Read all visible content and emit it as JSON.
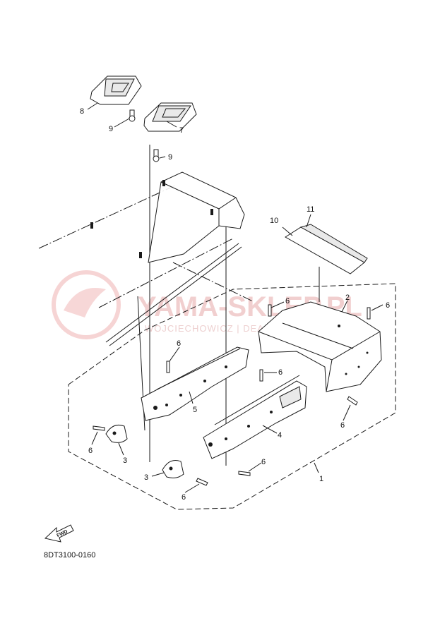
{
  "diagram": {
    "part_code": "8DT3100-0160",
    "fwd_label": "FWD",
    "callouts": {
      "c1": "1",
      "c2": "2",
      "c3a": "3",
      "c3b": "3",
      "c4": "4",
      "c5": "5",
      "c6a": "6",
      "c6b": "6",
      "c6c": "6",
      "c6d": "6",
      "c6e": "6",
      "c6f": "6",
      "c6g": "6",
      "c6h": "6",
      "c7": "7",
      "c8": "8",
      "c9a": "9",
      "c9b": "9",
      "c10": "10",
      "c11": "11"
    },
    "watermark": {
      "title": "YAMA-SKLEP.PL",
      "subtitle": "WOJCIECHOWICZ | DEALER YAMAHA",
      "color": "#e7a9a9"
    }
  }
}
